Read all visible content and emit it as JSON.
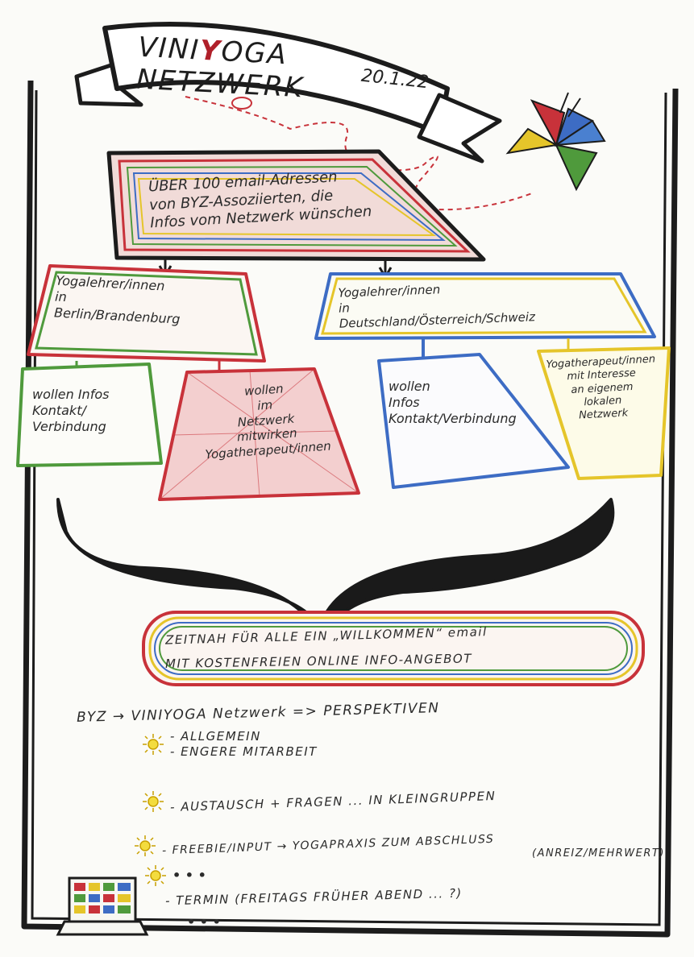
{
  "title": {
    "part1": "VINI",
    "y": "Y",
    "part2": "OGA  NETZWERK"
  },
  "date": "20.1.22",
  "top_box": "ÜBER 100 email-Adressen\nvon BYZ-Assoziierten, die\nInfos vom Netzwerk wünschen",
  "left_group": {
    "header": "Yogalehrer/innen\nin\nBerlin/Brandenburg",
    "child_left": "wollen Infos\nKontakt/\nVerbindung",
    "child_right": "wollen\nim\nNetzwerk\nmitwirken\nYogatherapeut/innen"
  },
  "right_group": {
    "header": "Yogalehrer/innen\nin\nDeutschland/Österreich/Schweiz",
    "child_left": "wollen\nInfos\nKontakt/Verbindung",
    "child_right": "Yogatherapeut/innen\nmit Interesse\nan eigenem\nlokalen\nNetzwerk"
  },
  "bottom_box": {
    "line1": "ZEITNAH FÜR ALLE EIN „WILLKOMMEN“ email",
    "line2": "MIT KOSTENFREIEN ONLINE INFO-ANGEBOT"
  },
  "perspectives": {
    "heading": "BYZ → VINIYOGA Netzwerk => PERSPEKTIVEN",
    "item1a": "- ALLGEMEIN",
    "item1b": "- ENGERE MITARBEIT",
    "item2": "- AUSTAUSCH + FRAGEN ... IN KLEINGRUPPEN",
    "item3": "- FREEBIE/INPUT → YOGAPRAXIS ZUM ABSCHLUSS",
    "item3b": "(ANREIZ/MEHRWERT)",
    "dots1": "• • •",
    "item4": "- TERMIN (FREITAGS FRÜHER ABEND ... ?)",
    "dots2": "• • •"
  },
  "colors": {
    "red": "#c8323a",
    "green": "#4f9a3c",
    "blue": "#3d6cc4",
    "yellow": "#e5c52a",
    "ink": "#1c1c1c"
  }
}
